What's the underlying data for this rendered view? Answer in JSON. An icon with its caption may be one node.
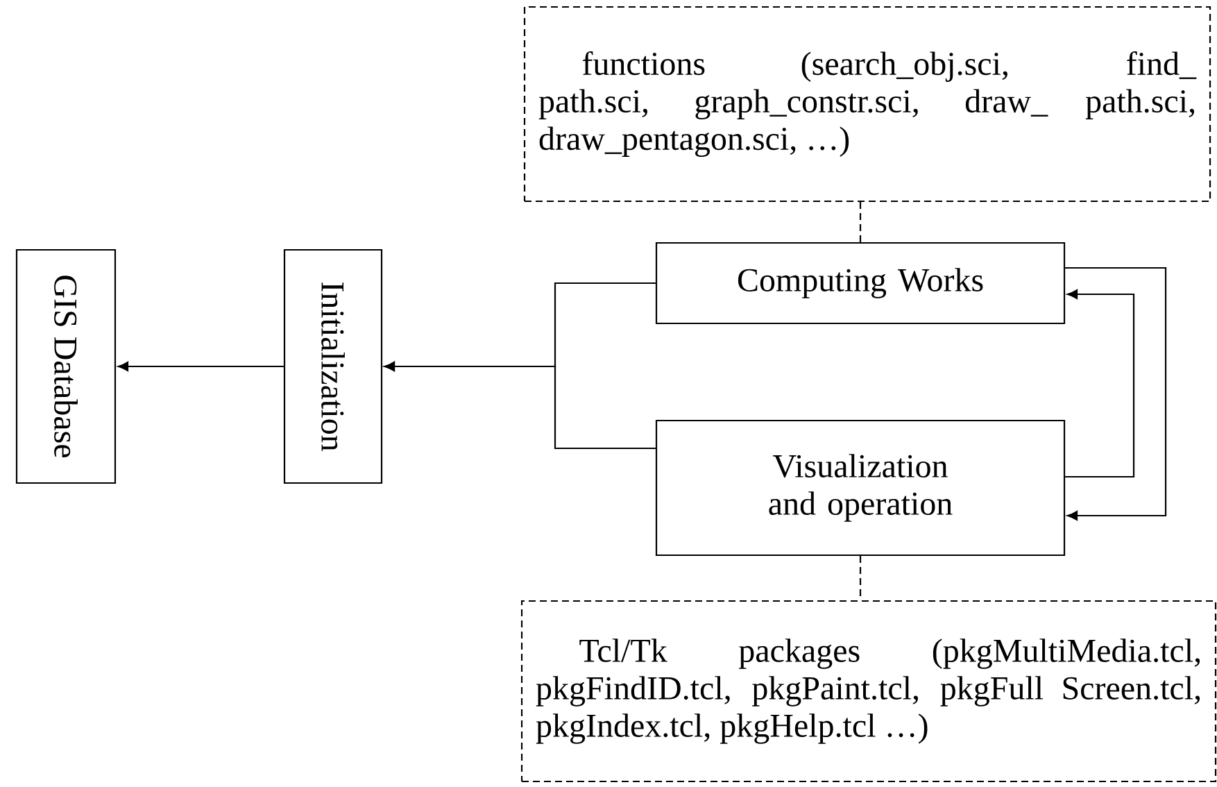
{
  "diagram": {
    "nodes": [
      {
        "text": [
          "GIS Database"
        ]
      },
      {
        "text": [
          "Initialization"
        ]
      },
      {
        "text": [
          "Computing Works"
        ]
      },
      {
        "text": [
          "Visualization and operation"
        ]
      },
      {
        "text": [
          "functions (search_obj.sci, find_ path.sci, graph_constr.sci, draw_ path.sci, draw_pentagon.sci, …)"
        ]
      },
      {
        "text": [
          "Tcl/Tk packages (pkgMultiMedia.tcl, pkgFindID.tcl, pkgPaint.tcl, pkgFull Screen.tcl, pkgIndex.tcl, pkgHelp.tcl …)"
        ]
      }
    ],
    "edges": [
      {
        "from": 2,
        "to": 1,
        "arrow": "to"
      },
      {
        "from": 3,
        "to": 1,
        "arrow": "to"
      },
      {
        "from": 1,
        "to": 0,
        "arrow": "to"
      },
      {
        "from": 2,
        "to": 3,
        "arrow": "to"
      },
      {
        "from": 3,
        "to": 2,
        "arrow": "to"
      },
      {
        "from": 4,
        "to": 2,
        "arrow": "none",
        "style": "dashed"
      },
      {
        "from": 3,
        "to": 5,
        "arrow": "none",
        "style": "dashed"
      }
    ]
  }
}
